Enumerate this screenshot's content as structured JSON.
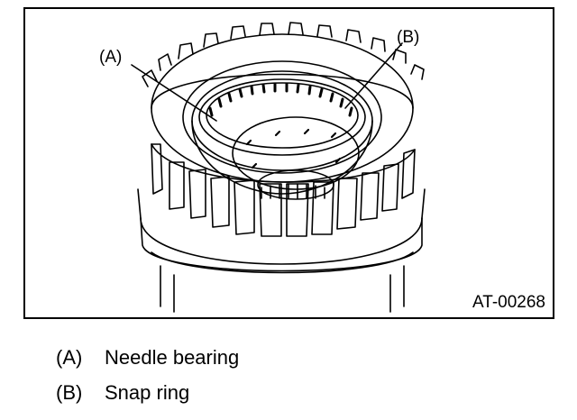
{
  "figure": {
    "code": "AT-00268",
    "callouts": [
      {
        "id": "A",
        "label": "(A)"
      },
      {
        "id": "B",
        "label": "(B)"
      }
    ]
  },
  "legend": [
    {
      "key": "(A)",
      "text": "Needle bearing"
    },
    {
      "key": "(B)",
      "text": "Snap ring"
    }
  ],
  "colors": {
    "line": "#000000",
    "background": "#ffffff"
  }
}
